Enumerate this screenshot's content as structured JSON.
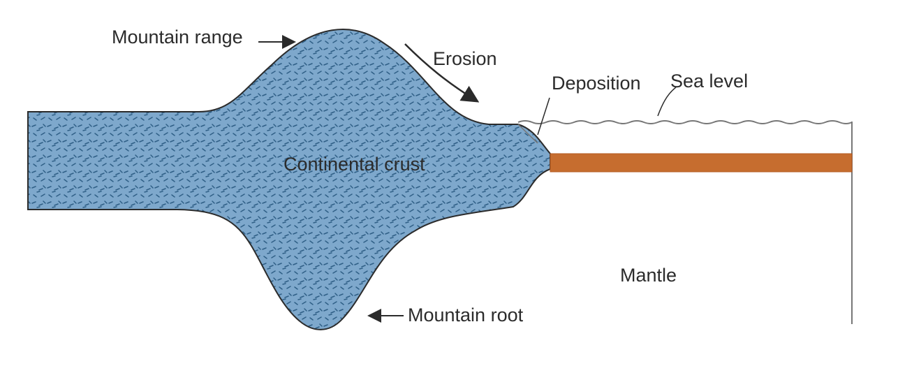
{
  "labels": {
    "mountain_range": "Mountain range",
    "erosion": "Erosion",
    "deposition": "Deposition",
    "sea_level": "Sea level",
    "continental_crust": "Continental crust",
    "mantle": "Mantle",
    "mountain_root": "Mountain root"
  },
  "colors": {
    "continental_crust": "#7ea8cc",
    "crust_texture": "#2f5f86",
    "oceanic_crust": "#c66d2f",
    "outline": "#2b2b2b",
    "background": "#ffffff"
  }
}
